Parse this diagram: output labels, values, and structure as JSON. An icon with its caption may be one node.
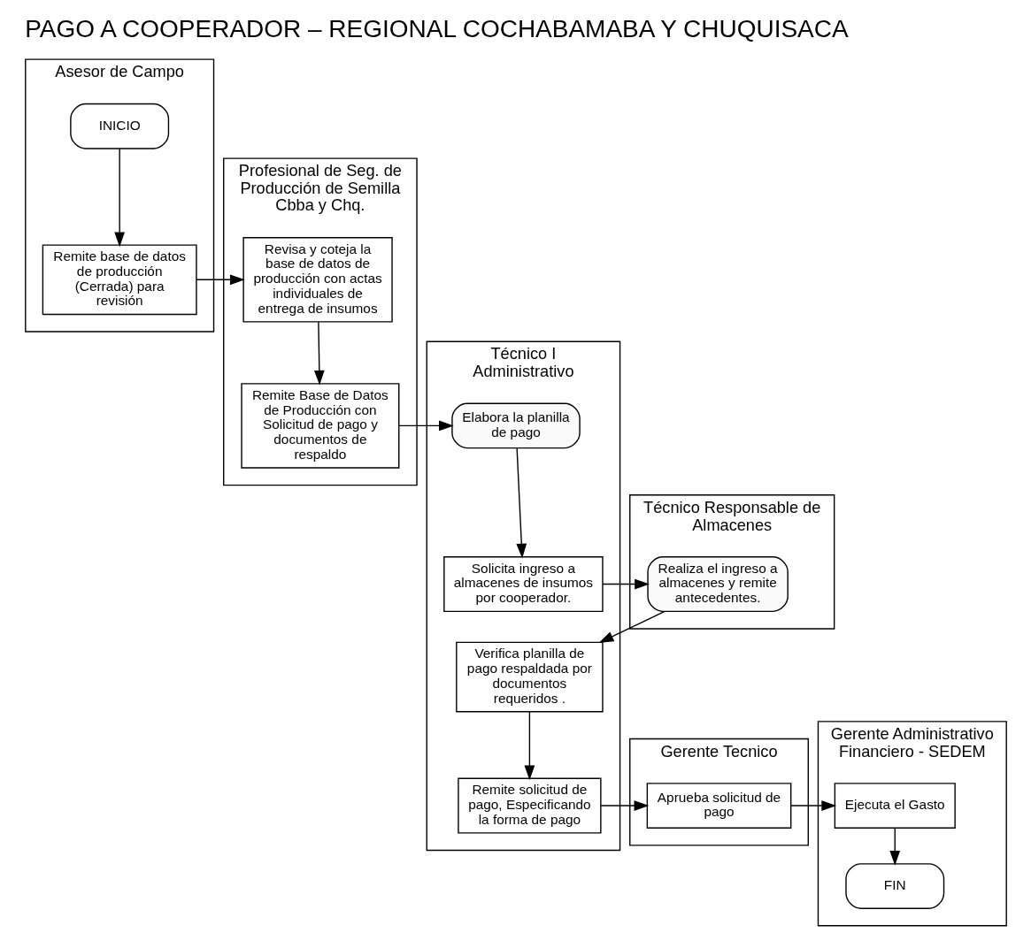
{
  "diagram": {
    "title": "PAGO A COOPERADOR – REGIONAL COCHABAMABA Y CHUQUISACA",
    "nodes": [
      {
        "text": [
          "Asesor de Campo"
        ]
      },
      {
        "text": [
          "Profesional de Seg. de Producción de Semilla Cbba y Chq."
        ]
      },
      {
        "text": [
          "Técnico I Administrativo"
        ]
      },
      {
        "text": [
          "Técnico Responsable de Almacenes"
        ]
      },
      {
        "text": [
          "Gerente Tecnico"
        ]
      },
      {
        "text": [
          "Gerente Administrativo Financiero - SEDEM"
        ]
      },
      {
        "text": [
          "INICIO"
        ],
        "in": 0
      },
      {
        "text": [
          "Remite base de datos de producción (Cerrada) para revisión"
        ],
        "in": 0
      },
      {
        "text": [
          "Revisa y coteja la base de datos de producción con actas individuales de entrega de insumos"
        ],
        "in": 1
      },
      {
        "text": [
          "Remite Base de Datos de Producción con Solicitud de pago y documentos de respaldo"
        ],
        "in": 1
      },
      {
        "text": [
          "Elabora la planilla de pago"
        ],
        "in": 2
      },
      {
        "text": [
          "Solicita ingreso a almacenes de insumos por cooperador."
        ],
        "in": 2
      },
      {
        "text": [
          "Realiza el ingreso a almacenes y remite antecedentes."
        ],
        "in": 3
      },
      {
        "text": [
          "Verifica planilla de pago respaldada por documentos requeridos ."
        ],
        "in": 2
      },
      {
        "text": [
          "Remite solicitud de pago, Especificando la forma de pago"
        ],
        "in": 2
      },
      {
        "text": [
          "Aprueba solicitud de pago"
        ],
        "in": 4
      },
      {
        "text": [
          "Ejecuta el Gasto"
        ],
        "in": 5
      },
      {
        "text": [
          "FIN"
        ],
        "in": 5
      }
    ],
    "edges": [
      {
        "from": 6,
        "to": 7,
        "arrow": "to"
      },
      {
        "from": 7,
        "to": 8,
        "arrow": "to"
      },
      {
        "from": 8,
        "to": 9,
        "arrow": "to"
      },
      {
        "from": 9,
        "to": 10,
        "arrow": "to"
      },
      {
        "from": 10,
        "to": 11,
        "arrow": "to"
      },
      {
        "from": 11,
        "to": 12,
        "arrow": "to"
      },
      {
        "from": 12,
        "to": 13,
        "arrow": "to"
      },
      {
        "from": 13,
        "to": 14,
        "arrow": "to"
      },
      {
        "from": 14,
        "to": 15,
        "arrow": "to"
      },
      {
        "from": 15,
        "to": 16,
        "arrow": "to"
      },
      {
        "from": 16,
        "to": 17,
        "arrow": "to"
      }
    ]
  }
}
